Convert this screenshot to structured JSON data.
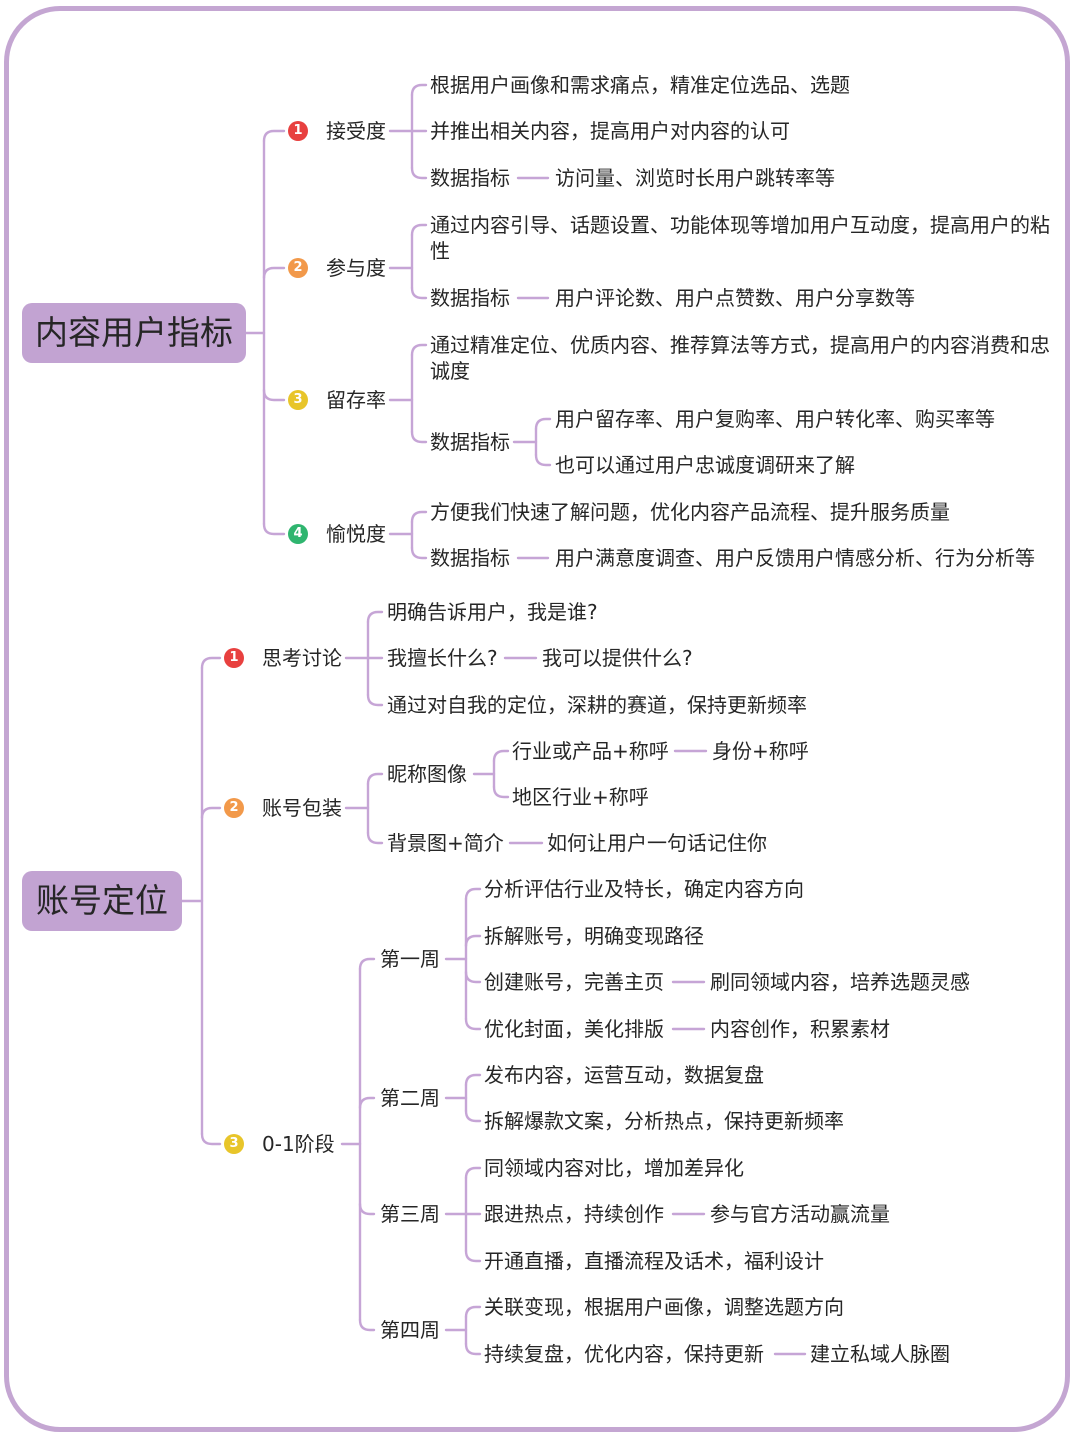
{
  "colors": {
    "frame": "#c4a6d2",
    "root_fill": "#c2a3d2",
    "branch_line": "#c6a5d6",
    "badge_red": "#e8403f",
    "badge_orange": "#f2994a",
    "badge_yellow": "#e8c52a",
    "badge_green": "#2fb56f"
  },
  "mindmap": {
    "root1": {
      "label": "内容用户指标",
      "b1": {
        "badge": "1",
        "label": "接受度",
        "c1": "根据用户画像和需求痛点，精准定位选品、选题",
        "c2": "并推出相关内容，提高用户对内容的认可",
        "c3": {
          "label": "数据指标",
          "c1": "访问量、浏览时长用户跳转率等"
        }
      },
      "b2": {
        "badge": "2",
        "label": "参与度",
        "c1": "通过内容引导、话题设置、功能体现等增加用户互动度，提高用户的粘性",
        "c2": {
          "label": "数据指标",
          "c1": "用户评论数、用户点赞数、用户分享数等"
        }
      },
      "b3": {
        "badge": "3",
        "label": "留存率",
        "c1": "通过精准定位、优质内容、推荐算法等方式，提高用户的内容消费和忠诚度",
        "c2": {
          "label": "数据指标",
          "c1": "用户留存率、用户复购率、用户转化率、购买率等",
          "c2": "也可以通过用户忠诚度调研来了解"
        }
      },
      "b4": {
        "badge": "4",
        "label": "愉悦度",
        "c1": "方便我们快速了解问题，优化内容产品流程、提升服务质量",
        "c2": {
          "label": "数据指标",
          "c1": "用户满意度调查、用户反馈用户情感分析、行为分析等"
        }
      }
    },
    "root2": {
      "label": "账号定位",
      "b1": {
        "badge": "1",
        "label": "思考讨论",
        "c1": "明确告诉用户，我是谁?",
        "c2": {
          "label": "我擅长什么?",
          "c1": "我可以提供什么?"
        },
        "c3": "通过对自我的定位，深耕的赛道，保持更新频率"
      },
      "b2": {
        "badge": "2",
        "label": "账号包装",
        "c1": {
          "label": "昵称图像",
          "c1": {
            "label": "行业或产品+称呼",
            "c1": "身份+称呼"
          },
          "c2": "地区行业+称呼"
        },
        "c2": {
          "label": "背景图+简介",
          "c1": "如何让用户一句话记住你"
        }
      },
      "b3": {
        "badge": "3",
        "label": "0-1阶段",
        "w1": {
          "label": "第一周",
          "c1": "分析评估行业及特长，确定内容方向",
          "c2": "拆解账号，明确变现路径",
          "c3": {
            "label": "创建账号，完善主页",
            "c1": "刷同领域内容，培养选题灵感"
          },
          "c4": {
            "label": "优化封面，美化排版",
            "c1": "内容创作，积累素材"
          }
        },
        "w2": {
          "label": "第二周",
          "c1": "发布内容，运营互动，数据复盘",
          "c2": "拆解爆款文案，分析热点，保持更新频率"
        },
        "w3": {
          "label": "第三周",
          "c1": "同领域内容对比，增加差异化",
          "c2": {
            "label": "跟进热点，持续创作",
            "c1": "参与官方活动赢流量"
          },
          "c3": "开通直播，直播流程及话术，福利设计"
        },
        "w4": {
          "label": "第四周",
          "c1": "关联变现，根据用户画像，调整选题方向",
          "c2": {
            "label": "持续复盘，优化内容，保持更新",
            "c1": "建立私域人脉圈"
          }
        }
      }
    }
  }
}
